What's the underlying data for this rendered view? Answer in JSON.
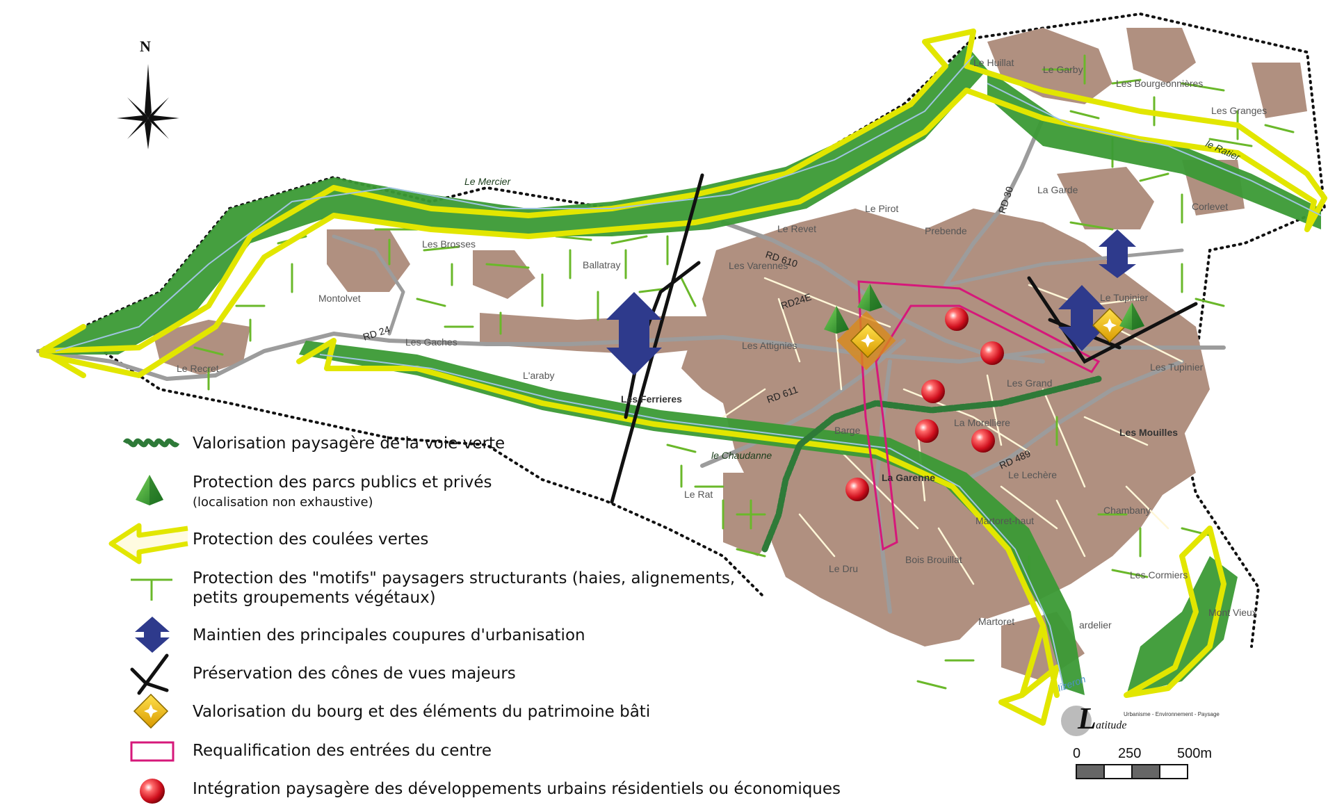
{
  "north": {
    "label": "N",
    "icon": "compass-rose-icon"
  },
  "places": [
    {
      "name": "Le Huillat"
    },
    {
      "name": "Le Garby"
    },
    {
      "name": "Les Bourgeonnières"
    },
    {
      "name": "Les Granges"
    },
    {
      "name": "La Garde"
    },
    {
      "name": "Corlevet"
    },
    {
      "name": "Le Pirot"
    },
    {
      "name": "Prebende"
    },
    {
      "name": "Le Revet"
    },
    {
      "name": "Les Brosses"
    },
    {
      "name": "Ballatray"
    },
    {
      "name": "Les Varennes"
    },
    {
      "name": "Montolvet"
    },
    {
      "name": "Les Gaches"
    },
    {
      "name": "Le Recret"
    },
    {
      "name": "L'araby"
    },
    {
      "name": "Les Ferrieres"
    },
    {
      "name": "Les Attignies"
    },
    {
      "name": "Le Tupinier"
    },
    {
      "name": "Les Tupinier"
    },
    {
      "name": "Les Grand"
    },
    {
      "name": "La Morelliere"
    },
    {
      "name": "Les Mouilles"
    },
    {
      "name": "Barge"
    },
    {
      "name": "La Garenne"
    },
    {
      "name": "Le Lechère"
    },
    {
      "name": "Le Rat"
    },
    {
      "name": "Chambany"
    },
    {
      "name": "Martoret-haut"
    },
    {
      "name": "Bois Brouillat"
    },
    {
      "name": "Le Dru"
    },
    {
      "name": "Les Cormiers"
    },
    {
      "name": "Mont Vieux"
    },
    {
      "name": "Martoret"
    },
    {
      "name": "ardelier"
    }
  ],
  "roads": [
    {
      "name": "RD 30"
    },
    {
      "name": "RD 610"
    },
    {
      "name": "RD24E"
    },
    {
      "name": "RD 24"
    },
    {
      "name": "RD 611"
    },
    {
      "name": "RD 489"
    }
  ],
  "rivers": [
    {
      "name": "Le Mercier"
    },
    {
      "name": "le Ratier"
    },
    {
      "name": "le Chaudanne"
    },
    {
      "name": "Iizeron"
    }
  ],
  "colors": {
    "urban": "#b09080",
    "green_corridor": "#2f8a2f",
    "green_outline": "#e2e600",
    "hedge": "#6ab82a",
    "break_arrow": "#2e3a8c",
    "view_cone": "#111111",
    "heritage": "#f2c200",
    "entrance": "#d6187a",
    "development": "#e11b2a",
    "greenway": "#2e7a38"
  },
  "legend": {
    "items": [
      {
        "icon": "greenway-twist-icon",
        "label": "Valorisation paysagère de la voie verte"
      },
      {
        "icon": "green-pyramid-icon",
        "label": "Protection des parcs publics et privés",
        "sublabel": "(localisation non exhaustive)"
      },
      {
        "icon": "yellow-arrow-icon",
        "label": "Protection des coulées vertes"
      },
      {
        "icon": "hedge-line-icon",
        "label": "Protection des \"motifs\" paysagers structurants (haies, alignements,",
        "label2": "petits groupements végétaux)"
      },
      {
        "icon": "double-arrow-icon",
        "label": "Maintien des principales coupures d'urbanisation"
      },
      {
        "icon": "view-cone-icon",
        "label": "Préservation des cônes de vues majeurs"
      },
      {
        "icon": "heritage-diamond-icon",
        "label": "Valorisation du bourg et des éléments du patrimoine bâti"
      },
      {
        "icon": "pink-rectangle-icon",
        "label": "Requalification des entrées du centre"
      },
      {
        "icon": "red-sphere-icon",
        "label": "Intégration paysagère des développements urbains résidentiels ou économiques"
      }
    ]
  },
  "scale": {
    "labels": [
      "0",
      "250",
      "500m"
    ]
  },
  "logo": {
    "letter": "L",
    "word": "atitude",
    "tagline": "Urbanisme - Environnement - Paysage"
  }
}
